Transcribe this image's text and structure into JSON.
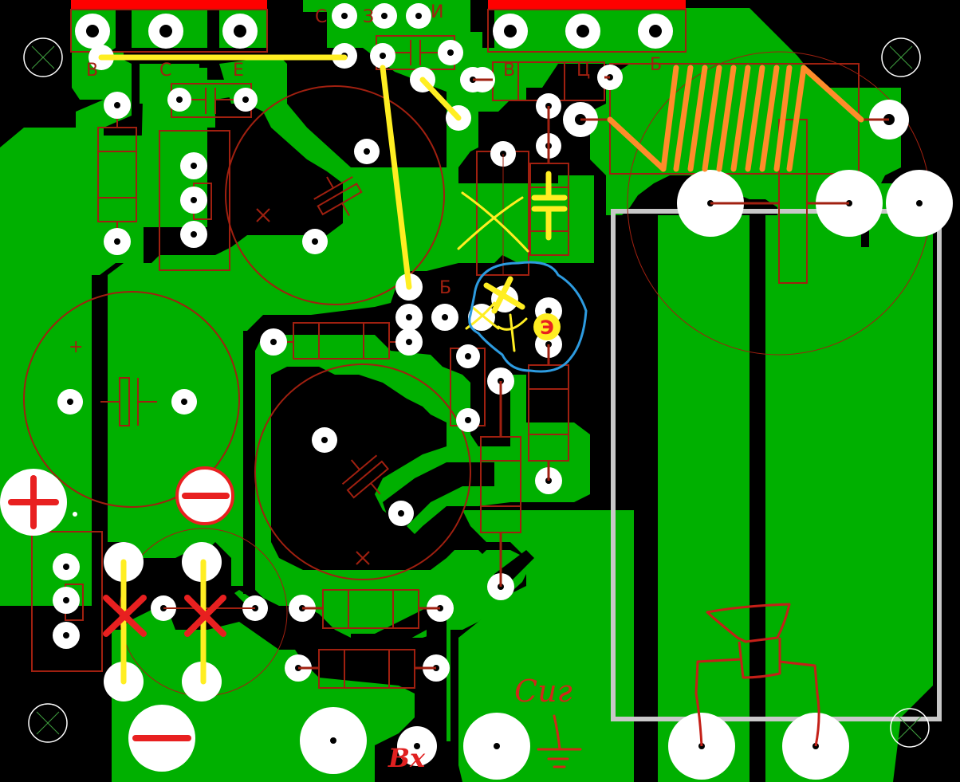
{
  "colors": {
    "background": "#000000",
    "copper": "#00b000",
    "pad": "#ffffff",
    "drill": "#000000",
    "silkscreen": "#9a1a10",
    "silk_outline": "#a02010",
    "connector_bar": "#ff0000",
    "annotation_yellow": "#ffee22",
    "annotation_red": "#e82020",
    "annotation_orange": "#ff8c2a",
    "annotation_blue": "#2d9be0",
    "board_frame": "#c8c8c8",
    "mount_hole": "#ffffff",
    "mount_cross": "#40a040"
  },
  "labels": {
    "top_mid": [
      "С",
      "З",
      "И"
    ],
    "left_transistor": [
      "B",
      "C",
      "E"
    ],
    "right_transistor": [
      "В",
      "Ц",
      "Б"
    ],
    "mid_base": "Б",
    "emitter_badge": "Э",
    "input": "Вх",
    "signal": "Сиг",
    "plus_terminal": "+",
    "minus_terminal": "−",
    "cap_plus": "+"
  },
  "icons": {
    "mounting_hole": "circle-x-icon",
    "ground": "ground-symbol-icon",
    "inductor": "coil-icon",
    "delete_mark": "x-mark-icon"
  }
}
